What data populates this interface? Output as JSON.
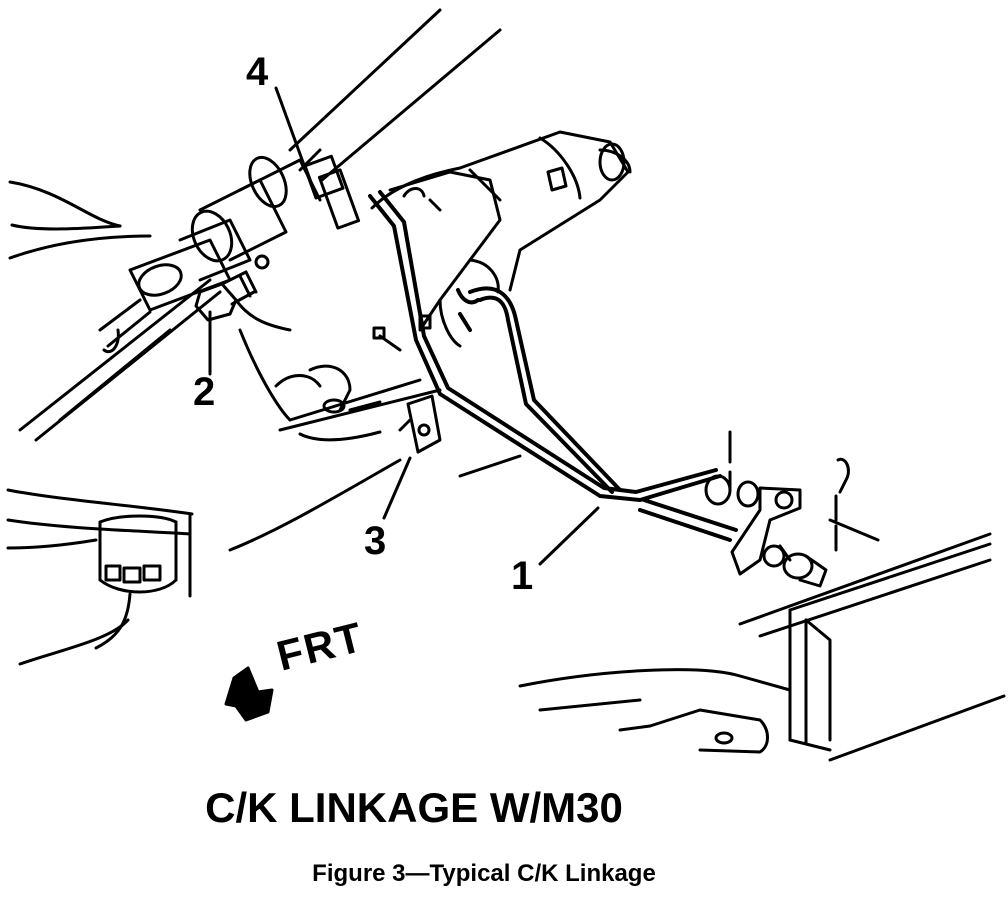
{
  "callouts": {
    "c1": "1",
    "c2": "2",
    "c3": "3",
    "c4": "4"
  },
  "direction_label": "FRT",
  "title": "C/K LINKAGE W/M30",
  "caption": "Figure 3—Typical C/K Linkage",
  "colors": {
    "ink": "#000000",
    "paper": "#ffffff"
  }
}
